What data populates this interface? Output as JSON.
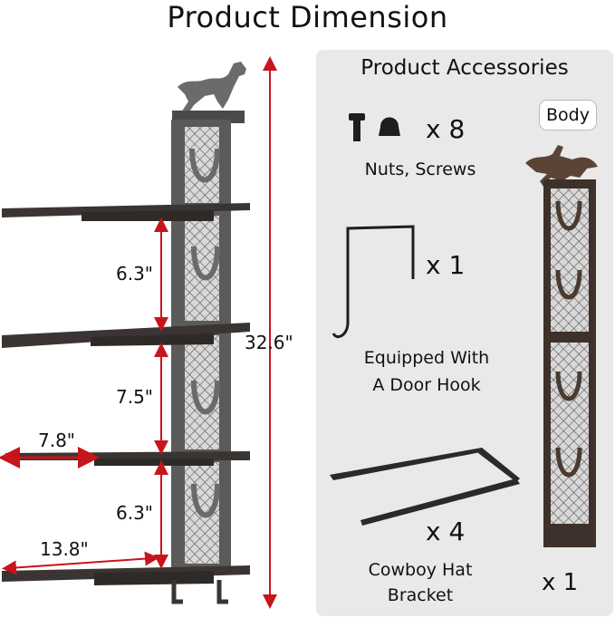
{
  "title": "Product Dimension",
  "accessories": {
    "title": "Product Accessories",
    "body_label": "Body",
    "items": [
      {
        "qty": "x  8",
        "caption": "Nuts, Screws"
      },
      {
        "qty": "x  1",
        "caption_line1": "Equipped With",
        "caption_line2": "A Door Hook"
      },
      {
        "qty": "x  4",
        "caption_line1": "Cowboy Hat",
        "caption_line2": "Bracket"
      }
    ],
    "body_qty": "x 1"
  },
  "dimensions": {
    "height_total": "32.6\"",
    "gap_top": "6.3\"",
    "gap_middle": "7.5\"",
    "gap_bottom": "6.3\"",
    "short_bracket": "7.8\"",
    "long_bracket": "13.8\""
  },
  "colors": {
    "metal": "#3a3532",
    "bronze": "#5a4436",
    "arrow": "#c8141c",
    "panel": "#e9e9e9"
  }
}
